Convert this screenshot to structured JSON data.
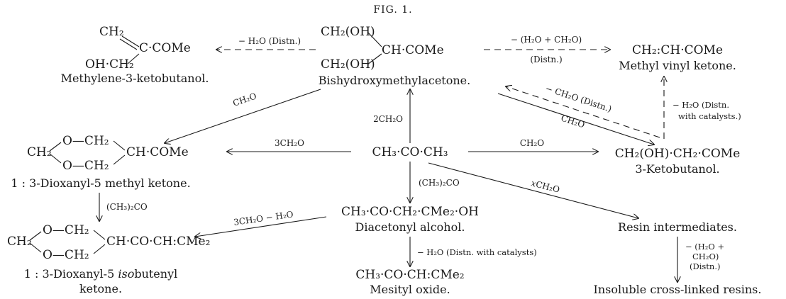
{
  "figure": {
    "caption": "FIG. 1."
  },
  "compounds": {
    "methylene_ketobutanol": {
      "formula_top": "CH₂",
      "formula_main": "C·COMe",
      "formula_bottom": "OH·CH₂",
      "name": "Methylene-3-ketobutanol."
    },
    "bishydroxymethylacetone": {
      "formula_top": "CH₂(OH)",
      "formula_bottom": "CH₂(OH)",
      "formula_main": "CH·COMe",
      "name": "Bishydroxymethylacetone."
    },
    "methyl_vinyl_ketone": {
      "formula": "CH₂:CH·COMe",
      "name": "Methyl vinyl ketone."
    },
    "dioxanyl_methyl_ketone": {
      "ring_left": "CH₂",
      "ring_top": "O—CH₂",
      "ring_bottom": "O—CH₂",
      "formula_main": "CH·COMe",
      "name": "1 : 3-Dioxanyl-5 methyl ketone."
    },
    "acetone": {
      "formula": "CH₃·CO·CH₃"
    },
    "ketobutanol": {
      "formula": "CH₂(OH)·CH₂·COMe",
      "name": "3-Ketobutanol."
    },
    "diacetonyl_alcohol": {
      "formula": "CH₃·CO·CH₂·CMe₂·OH",
      "name": "Diacetonyl alcohol."
    },
    "dioxanyl_isobutenyl_ketone": {
      "ring_left": "CH₂",
      "ring_top": "O—CH₂",
      "ring_bottom": "O—CH₂",
      "formula_main": "CH·CO·CH:CMe₂",
      "name_line1_a": "1 : 3-Dioxanyl-5 ",
      "name_line1_b": "iso",
      "name_line1_c": "butenyl",
      "name_line2": "ketone."
    },
    "mesityl_oxide": {
      "formula": "CH₃·CO·CH:CMe₂",
      "name": "Mesityl oxide."
    },
    "resin_intermediates": {
      "name": "Resin intermediates."
    },
    "insoluble_resins": {
      "name": "Insoluble cross-linked resins."
    }
  },
  "reactions": {
    "bis_to_methylene": "− H₂O (Distn.)",
    "bis_to_mvk_top": "− (H₂O + CH₂O)",
    "bis_to_mvk_bottom": "(Distn.)",
    "bis_to_dioxanyl": "CH₂O",
    "acetone_to_bis": "2CH₂O",
    "acetone_to_dioxanyl": "3CH₂O",
    "acetone_to_ketobutanol": "CH₂O",
    "ketobutanol_to_bis": "− CH₂O (Distn.)",
    "bis_to_ketobutanol": "CH₂O",
    "ketobutanol_to_mvk_line1": "− H₂O (Distn.",
    "ketobutanol_to_mvk_line2": "with catalysts.)",
    "acetone_to_diacetonyl": "(CH₃)₂CO",
    "acetone_to_resin_a": "x",
    "acetone_to_resin_b": "CH₂O",
    "dioxanyl_to_isobutenyl": "(CH₃)₂CO",
    "diacetonyl_to_isobutenyl": "3CH₂O − H₂O",
    "diacetonyl_to_mesityl": "− H₂O (Distn. with catalysts)",
    "resin_to_insoluble_line1": "− (H₂O +",
    "resin_to_insoluble_line2": "CH₂O)",
    "resin_to_insoluble_line3": "(Distn.)"
  }
}
